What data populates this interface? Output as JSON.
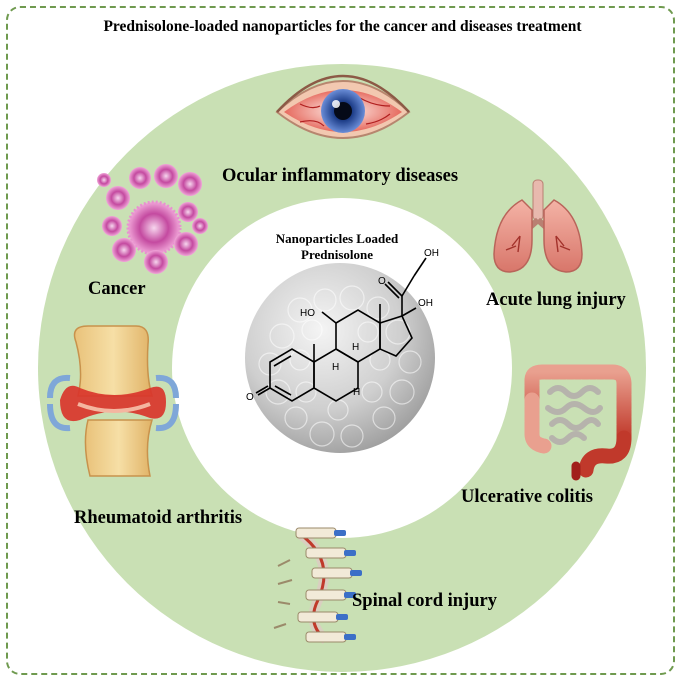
{
  "title": "Prednisolone-loaded nanoparticles for the cancer and diseases treatment",
  "center": {
    "title_line1": "Nanoparticles Loaded",
    "title_line2": "Prednisolone",
    "molecule_atoms": {
      "oh_top": "OH",
      "oh_side": "OH",
      "ho_left": "HO",
      "ketone_top": "O",
      "ketone_ring": "O",
      "h1": "H",
      "h2": "H",
      "h3": "H"
    }
  },
  "labels": {
    "ocular": "Ocular inflammatory diseases",
    "cancer": "Cancer",
    "lung": "Acute lung injury",
    "colitis": "Ulcerative colitis",
    "arthritis": "Rheumatoid arthritis",
    "spinal": "Spinal cord injury"
  },
  "icons": [
    "eye-icon",
    "cancer-cells-icon",
    "lungs-icon",
    "intestine-icon",
    "joint-icon",
    "spine-icon",
    "nanoparticle-sphere-icon"
  ],
  "colors": {
    "ring": "#c9e0b4",
    "border": "#6f9a4f",
    "sphere": "#d4d4d4"
  }
}
